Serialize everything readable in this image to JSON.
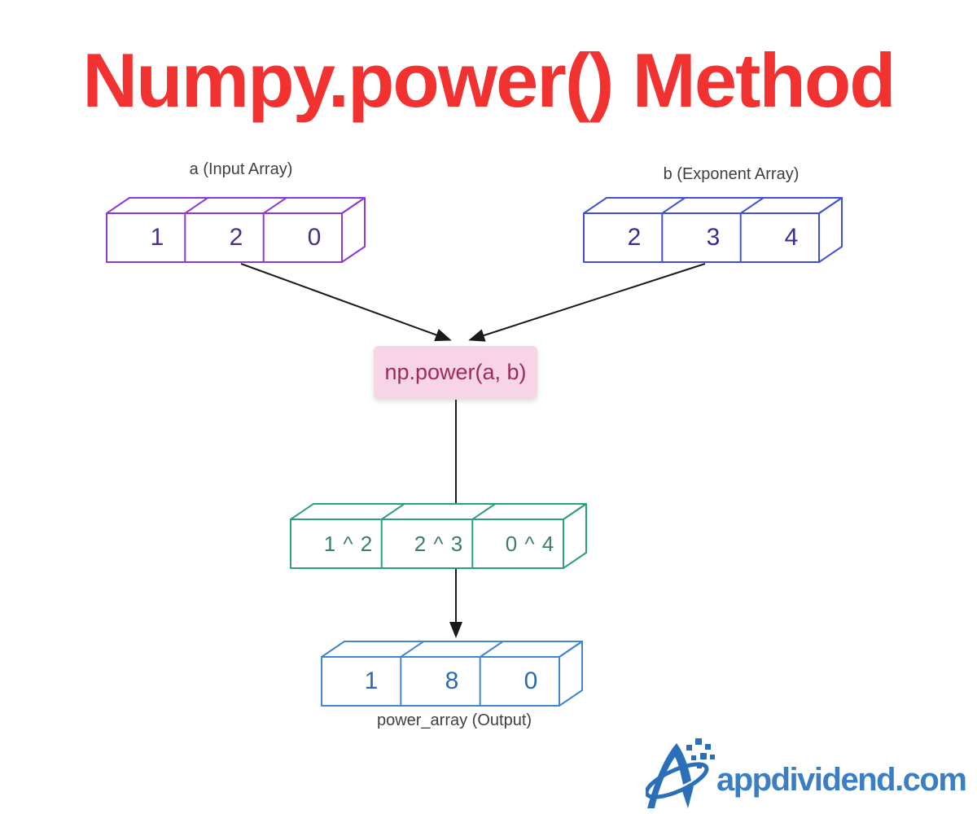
{
  "title": {
    "text": "Numpy.power() Method",
    "color": "#f23131"
  },
  "diagram": {
    "input_array": {
      "label": "a (Input Array)",
      "cells": [
        "1",
        "2",
        "0"
      ],
      "fill": "#e3d6f8",
      "stroke": "#9136d9",
      "text_color": "#4a2e8c"
    },
    "exponent_array": {
      "label": "b (Exponent Array)",
      "cells": [
        "2",
        "3",
        "4"
      ],
      "fill": "#c7cff8",
      "stroke": "#4150d8",
      "text_color": "#3a2b8e"
    },
    "operation": {
      "label": "np.power(a, b)",
      "fill": "#f7d5e7",
      "text_color": "#9c2b5e"
    },
    "computation_array": {
      "cells": [
        "1 ^ 2",
        "2 ^ 3",
        "0 ^ 4"
      ],
      "fill": "#acf0d8",
      "stroke": "#2e9e82",
      "text_color": "#3e7c6e"
    },
    "output_array": {
      "label": "power_array (Output)",
      "cells": [
        "1",
        "8",
        "0"
      ],
      "fill": "#bfe2f8",
      "stroke": "#3e87d0",
      "text_color": "#2b6cb0"
    },
    "arrow_color": "#1a1a1a"
  },
  "footer": {
    "brand": "appdividend.com",
    "logo_icon": "appdividend-a-swoosh",
    "logo_color": "#2a6fb7",
    "text_color": "#3c7ec2"
  }
}
